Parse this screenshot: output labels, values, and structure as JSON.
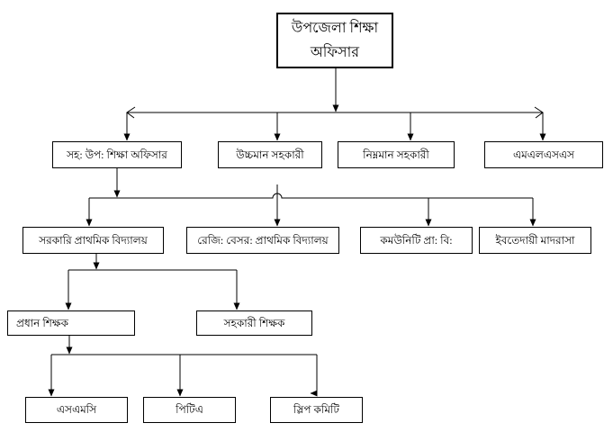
{
  "org_chart": {
    "nodes": {
      "root": "উপজেলা শিক্ষা অফিসার",
      "level2": [
        "সহ: উপ: শিক্ষা অফিসার",
        "উচ্চমান সহকারী",
        "নিম্নমান সহকারী",
        "এমএলএসএস"
      ],
      "level3": [
        "সরকারি প্রাথমিক বিদ্যালয়",
        "রেজি: বেসর: প্রাথমিক বিদ্যালয়",
        "কমউনিটি প্রা: বি:",
        "ইবতেদায়ী মাদরাসা"
      ],
      "level4": [
        "প্রধান শিক্ষক",
        "সহকারী শিক্ষক"
      ],
      "level5": [
        "এসএমসি",
        "পিটিএ",
        "স্লিপ কমিটি"
      ]
    },
    "hierarchy": [
      {
        "from": "উপজেলা শিক্ষা অফিসার",
        "to": [
          "সহ: উপ: শিক্ষা অফিসার",
          "উচ্চমান সহকারী",
          "নিম্নমান সহকারী",
          "এমএলএসএস"
        ]
      },
      {
        "from": "সহ: উপ: শিক্ষা অফিসার",
        "to": [
          "সরকারি প্রাথমিক বিদ্যালয়",
          "রেজি: বেসর: প্রাথমিক বিদ্যালয়",
          "কমউনিটি প্রা: বি:",
          "ইবতেদায়ী মাদরাসা"
        ]
      },
      {
        "from": "সরকারি প্রাথমিক বিদ্যালয়",
        "to": [
          "প্রধান শিক্ষক",
          "সহকারী শিক্ষক"
        ]
      },
      {
        "from": "প্রধান শিক্ষক",
        "to": [
          "এসএমসি",
          "পিটিএ",
          "স্লিপ কমিটি"
        ]
      }
    ],
    "colors": {
      "line": "#000000",
      "box_border": "#000000",
      "box_fill": "#ffffff",
      "text": "#000000",
      "background": "#ffffff"
    }
  }
}
